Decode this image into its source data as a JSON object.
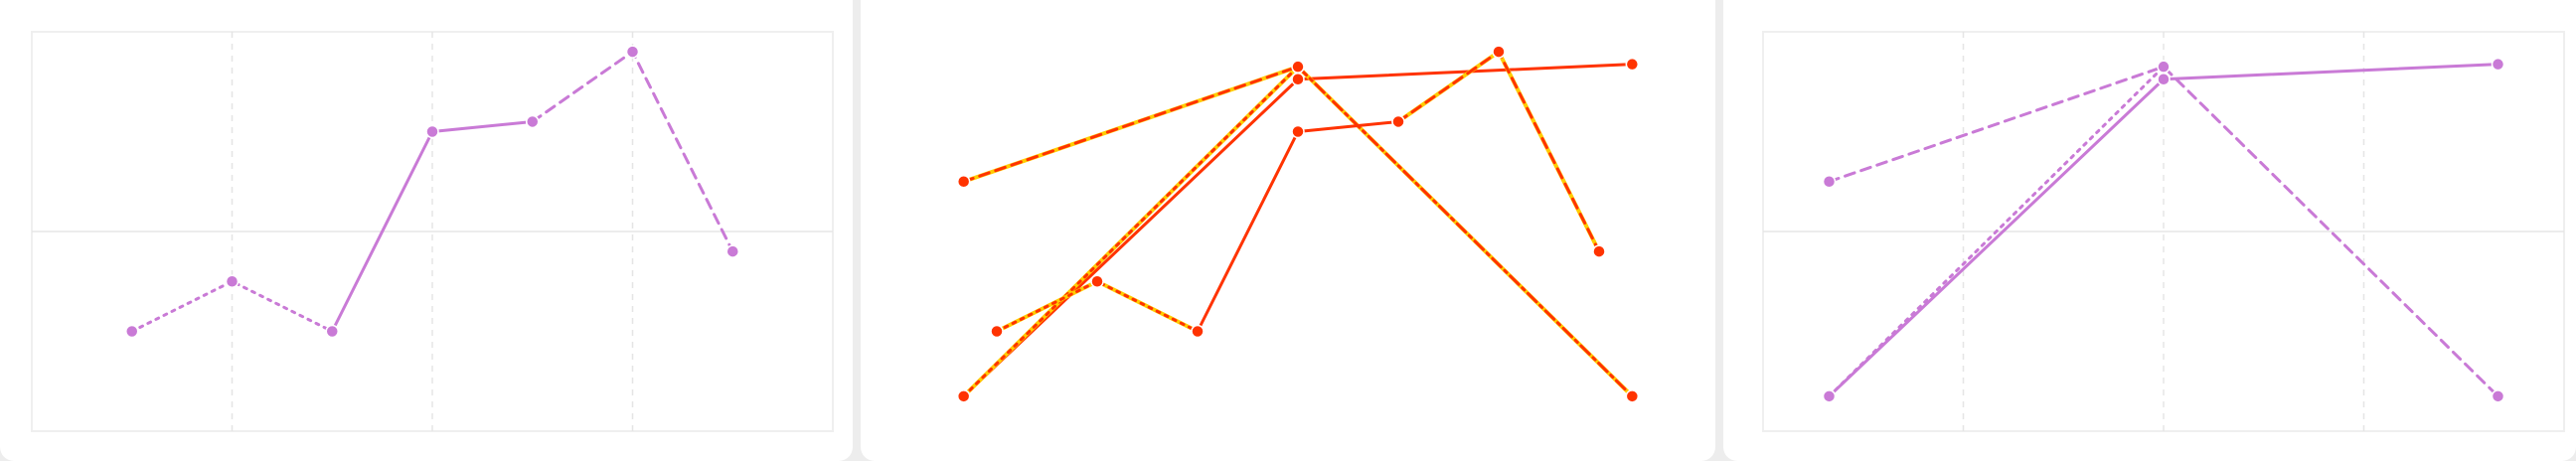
{
  "colors": {
    "purple": "#C97AD6",
    "red": "#FF3300",
    "yellow": "#FFCC00",
    "orange": "#FF8000",
    "grid": "#E5E5E5",
    "frame": "#EFEFEF"
  },
  "chart_data": [
    {
      "type": "line",
      "title": "",
      "xlabel": "",
      "ylabel": "",
      "xlim": [
        0,
        8
      ],
      "ylim": [
        0,
        8
      ],
      "grid": true,
      "legend": "none",
      "series": [
        {
          "color": "#C97AD6",
          "dash": "dotted",
          "x": [
            1,
            2,
            3
          ],
          "y": [
            2.0,
            3.0,
            2.0
          ]
        },
        {
          "color": "#C97AD6",
          "dash": "solid",
          "x": [
            3,
            4,
            5
          ],
          "y": [
            2.0,
            6.0,
            6.2
          ]
        },
        {
          "color": "#C97AD6",
          "dash": "dashed",
          "x": [
            5,
            6,
            7
          ],
          "y": [
            6.2,
            7.6,
            3.6
          ]
        }
      ]
    },
    {
      "type": "line",
      "title": "",
      "xlabel": "",
      "ylabel": "",
      "xlim": [
        0,
        8
      ],
      "ylim": [
        0,
        8
      ],
      "grid": false,
      "legend": "none",
      "series": [
        {
          "color": "#FF3300",
          "dash": "solid",
          "x": [
            0.67,
            4,
            7.33
          ],
          "y": [
            0.7,
            7.05,
            7.35
          ]
        },
        {
          "color": "#FF3300",
          "color2": "#FFCC00",
          "dash": "dotted",
          "x": [
            0.67,
            4
          ],
          "y": [
            0.7,
            7.3
          ]
        },
        {
          "color": "#FF3300",
          "color2": "#FFCC00",
          "dash": "dash-dot",
          "x": [
            4,
            7.33
          ],
          "y": [
            7.3,
            0.7
          ]
        },
        {
          "color": "#FF3300",
          "color2": "#FFCC00",
          "dash": "dashed",
          "x": [
            0.67,
            4
          ],
          "y": [
            5.0,
            7.3
          ]
        },
        {
          "color": "#FF3300",
          "color2": "#FFCC00",
          "dash": "dotted",
          "x": [
            1,
            2,
            3
          ],
          "y": [
            2.0,
            3.0,
            2.0
          ]
        },
        {
          "color": "#FF3300",
          "dash": "solid",
          "x": [
            3,
            4,
            5
          ],
          "y": [
            2.0,
            6.0,
            6.2
          ]
        },
        {
          "color": "#FF3300",
          "color2": "#FFCC00",
          "dash": "dashed",
          "x": [
            5,
            6,
            7
          ],
          "y": [
            6.2,
            7.6,
            3.6
          ]
        }
      ]
    },
    {
      "type": "line",
      "title": "",
      "xlabel": "",
      "ylabel": "",
      "xlim": [
        0,
        4
      ],
      "ylim": [
        0,
        8
      ],
      "grid": true,
      "legend": "none",
      "series": [
        {
          "color": "#C97AD6",
          "dash": "solid",
          "x": [
            0.33,
            2,
            3.67
          ],
          "y": [
            0.7,
            7.05,
            7.35
          ]
        },
        {
          "color": "#C97AD6",
          "dash": "dotted",
          "x": [
            0.33,
            2
          ],
          "y": [
            0.7,
            7.3
          ]
        },
        {
          "color": "#C97AD6",
          "dash": "dashed",
          "x": [
            0.33,
            2,
            3.67
          ],
          "y": [
            5.0,
            7.3,
            0.7
          ]
        }
      ]
    }
  ]
}
